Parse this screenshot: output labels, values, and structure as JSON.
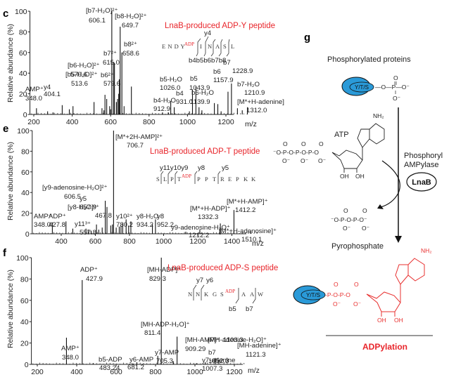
{
  "figure": {
    "panel_labels": [
      "c",
      "e",
      "f",
      "g"
    ]
  },
  "chart_data": [
    {
      "panel": "c",
      "type": "bar",
      "title": "LnaB-produced ADP-Y peptide",
      "xlabel": "m/z",
      "ylabel": "Relative abundance (%)",
      "xlim": [
        180,
        1330
      ],
      "ylim": [
        0,
        100
      ],
      "xticks": [
        200,
        400,
        600,
        800,
        1000,
        1200
      ],
      "yticks": [
        0,
        20,
        40,
        60,
        80,
        100
      ],
      "peptide": {
        "residues": [
          "E",
          "N",
          "D",
          "Y",
          "I",
          "N",
          "A",
          "S",
          "L"
        ],
        "modified_index": 3,
        "modification": "ADP",
        "top_ions": [
          "y4"
        ],
        "bottom_ions": [
          "b4",
          "b5",
          "b6",
          "b7",
          "b8"
        ]
      },
      "peaks": [
        {
          "mz": 214,
          "i": 6
        },
        {
          "mz": 272,
          "i": 3
        },
        {
          "mz": 300,
          "i": 2
        },
        {
          "mz": 348.0,
          "i": 9,
          "label": "AMP⁺",
          "value": "348.0"
        },
        {
          "mz": 385,
          "i": 5
        },
        {
          "mz": 404.1,
          "i": 8,
          "label": "y4",
          "value": "404.1"
        },
        {
          "mz": 513.6,
          "i": 12,
          "label": "[b5-H₂O]²⁺",
          "value": "513.6"
        },
        {
          "mz": 555,
          "i": 6
        },
        {
          "mz": 565,
          "i": 4
        },
        {
          "mz": 570.6,
          "i": 19,
          "label": "[b6-H₂O]²⁺",
          "value": "570.6"
        },
        {
          "mz": 579.6,
          "i": 15,
          "label": "b6²⁺",
          "value": "579.6"
        },
        {
          "mz": 595,
          "i": 8
        },
        {
          "mz": 600,
          "i": 5
        },
        {
          "mz": 606.1,
          "i": 100,
          "label": "[b7-H₂O]²⁺",
          "value": "606.1"
        },
        {
          "mz": 615.0,
          "i": 51,
          "label": "b7²⁺",
          "value": "615.0"
        },
        {
          "mz": 620,
          "i": 50
        },
        {
          "mz": 630,
          "i": 12
        },
        {
          "mz": 636,
          "i": 15
        },
        {
          "mz": 642,
          "i": 20
        },
        {
          "mz": 645,
          "i": 34
        },
        {
          "mz": 649.7,
          "i": 85,
          "label": "[b8-H₂O]²⁺",
          "value": "649.7"
        },
        {
          "mz": 658.6,
          "i": 60,
          "label": "b8²⁺",
          "value": "658.6"
        },
        {
          "mz": 670,
          "i": 8
        },
        {
          "mz": 708,
          "i": 27
        },
        {
          "mz": 870,
          "i": 2
        },
        {
          "mz": 900,
          "i": 2
        },
        {
          "mz": 912.9,
          "i": 13,
          "label": "b4-H₂O",
          "value": "912.9"
        },
        {
          "mz": 931.0,
          "i": 7,
          "label": "b4",
          "value": "931.0"
        },
        {
          "mz": 1010,
          "i": 3
        },
        {
          "mz": 1026.0,
          "i": 24,
          "label": "b5-H₂O",
          "value": "1026.0"
        },
        {
          "mz": 1043.9,
          "i": 27,
          "label": "b5",
          "value": "1043.9"
        },
        {
          "mz": 1060,
          "i": 7
        },
        {
          "mz": 1075,
          "i": 4
        },
        {
          "mz": 1139.9,
          "i": 11,
          "label": "b6-H₂O",
          "value": "1139.9"
        },
        {
          "mz": 1157.9,
          "i": 10,
          "label": "b6",
          "value": "1157.9"
        },
        {
          "mz": 1175,
          "i": 3
        },
        {
          "mz": 1210.9,
          "i": 22,
          "label": "b7-H₂O",
          "value": "1210.9"
        },
        {
          "mz": 1228.9,
          "i": 30,
          "label": "b7",
          "value": "1228.9"
        },
        {
          "mz": 1260,
          "i": 6
        },
        {
          "mz": 1285,
          "i": 4
        },
        {
          "mz": 1312.0,
          "i": 7,
          "label": "[M*+H-adenine]",
          "value": "1312.0"
        }
      ]
    },
    {
      "panel": "e",
      "type": "bar",
      "title": "LnaB-produced ADP-T peptide",
      "xlabel": "m/z",
      "ylabel": "Relative abundance (%)",
      "xlim": [
        230,
        1560
      ],
      "ylim": [
        0,
        100
      ],
      "xticks": [
        400,
        600,
        800,
        1000,
        1200,
        1400
      ],
      "yticks": [
        0,
        20,
        40,
        60,
        80,
        100
      ],
      "peptide": {
        "residues": [
          "S",
          "L",
          "P",
          "T",
          "P",
          "P",
          "T",
          "R",
          "E",
          "P",
          "K",
          "K"
        ],
        "modified_index": 3,
        "modification": "ADP",
        "top_ions": [
          "y11",
          "y10",
          "y9",
          "y8",
          "y5"
        ]
      },
      "peaks": [
        {
          "mz": 348.0,
          "i": 11,
          "label": "AMP⁺",
          "value": "348.0"
        },
        {
          "mz": 427.8,
          "i": 12,
          "label": "ADP⁺",
          "value": "427.8"
        },
        {
          "mz": 467.8,
          "i": 5,
          "label": "[y8-H₂O]²⁺",
          "value": "467.8"
        },
        {
          "mz": 545,
          "i": 5
        },
        {
          "mz": 557.8,
          "i": 4,
          "label": "y11³⁺",
          "value": "557.8"
        },
        {
          "mz": 575,
          "i": 3
        },
        {
          "mz": 606.5,
          "i": 9,
          "label": "[y9-adenosine-H₂O]²⁺",
          "value": "606.5"
        },
        {
          "mz": 620,
          "i": 4
        },
        {
          "mz": 640,
          "i": 6
        },
        {
          "mz": 657.9,
          "i": 32,
          "label": "y5",
          "value": "657.9"
        },
        {
          "mz": 668,
          "i": 26
        },
        {
          "mz": 690,
          "i": 8
        },
        {
          "mz": 700,
          "i": 9
        },
        {
          "mz": 706.7,
          "i": 100,
          "label": "[M*+2H-AMP]²⁺",
          "value": "706.7"
        },
        {
          "mz": 722,
          "i": 6
        },
        {
          "mz": 740,
          "i": 7
        },
        {
          "mz": 750,
          "i": 8
        },
        {
          "mz": 760,
          "i": 10
        },
        {
          "mz": 780.2,
          "i": 14,
          "label": "y10²⁺",
          "value": "780.2"
        },
        {
          "mz": 795,
          "i": 8
        },
        {
          "mz": 808,
          "i": 12
        },
        {
          "mz": 934.2,
          "i": 9,
          "label": "y8-H₂O",
          "value": "934.2"
        },
        {
          "mz": 952.2,
          "i": 14,
          "label": "y8",
          "value": "952.2"
        },
        {
          "mz": 1130,
          "i": 2
        },
        {
          "mz": 1212.2,
          "i": 4,
          "label": "y9-adenosine-H₂O⁺",
          "value": "1212.2"
        },
        {
          "mz": 1332.3,
          "i": 10,
          "label": "[M*+H-ADP]⁺",
          "value": "1332.3"
        },
        {
          "mz": 1412.2,
          "i": 23,
          "label": "[M*+H-AMP]⁺",
          "value": "1412.2"
        },
        {
          "mz": 1510.1,
          "i": 3,
          "label": "[M*+H-adenosine]⁺",
          "value": "1510.1"
        }
      ]
    },
    {
      "panel": "f",
      "type": "bar",
      "title": "LnaB-produced ADP-S peptide",
      "xlabel": "m/z",
      "ylabel": "Relative abundance (%)",
      "xlim": [
        170,
        1260
      ],
      "ylim": [
        0,
        100
      ],
      "xticks": [
        200,
        400,
        600,
        800,
        1000,
        1200
      ],
      "yticks": [
        0,
        20,
        40,
        60,
        80,
        100
      ],
      "peptide": {
        "residues": [
          "N",
          "N",
          "K",
          "G",
          "S",
          "A",
          "A",
          "W"
        ],
        "modified_index": 4,
        "modification": "ADP",
        "top_ions": [
          "y7",
          "y6"
        ],
        "bottom_ions": [
          "b5",
          "b7"
        ]
      },
      "peaks": [
        {
          "mz": 348.0,
          "i": 25,
          "label": "AMP⁺",
          "value": "348.0"
        },
        {
          "mz": 427.9,
          "i": 79,
          "label": "ADP⁺",
          "value": "427.9"
        },
        {
          "mz": 483.24,
          "i": 1,
          "label": "b5-ADP",
          "value": "483.24"
        },
        {
          "mz": 681.2,
          "i": 1,
          "label": "y6-AMP",
          "value": "681.2"
        },
        {
          "mz": 705.3,
          "i": 2,
          "label": "y7-AMP",
          "value": "705.3"
        },
        {
          "mz": 811.4,
          "i": 8,
          "label": "[MH-ADP-H₂O]⁺",
          "value": "811.4"
        },
        {
          "mz": 829.3,
          "i": 100,
          "label": "[MH-ADP]⁺",
          "value": "829.3"
        },
        {
          "mz": 890,
          "i": 3
        },
        {
          "mz": 909.29,
          "i": 26,
          "label": "[MH-AMP]⁺",
          "value": "909.29"
        },
        {
          "mz": 1007.3,
          "i": 1,
          "label": "y7-adenine",
          "value": "1007.3"
        },
        {
          "mz": 1052.3,
          "i": 2,
          "label": "b7",
          "value": "1052.3"
        },
        {
          "mz": 1103.3,
          "i": 6,
          "label": "[MH-adenine-H₂O]⁺",
          "value": "1103.3"
        },
        {
          "mz": 1121.3,
          "i": 4,
          "label": "[MH-adenine]⁺",
          "value": "1121.3"
        }
      ]
    }
  ],
  "scheme": {
    "panel": "g",
    "top_label": "Phosphorylated proteins",
    "residue_label": "Y/T/S",
    "atp_label": "ATP",
    "enzyme_class": [
      "Phosphoryl",
      "AMPylase"
    ],
    "enzyme": "LnaB",
    "byproduct_label": "Pyrophosphate",
    "product_label": "ADPylation",
    "nh2": "NH₂",
    "oh": "OH",
    "colors": {
      "protein_fill": "#2a9ad8",
      "product_red": "#e8302f"
    }
  }
}
